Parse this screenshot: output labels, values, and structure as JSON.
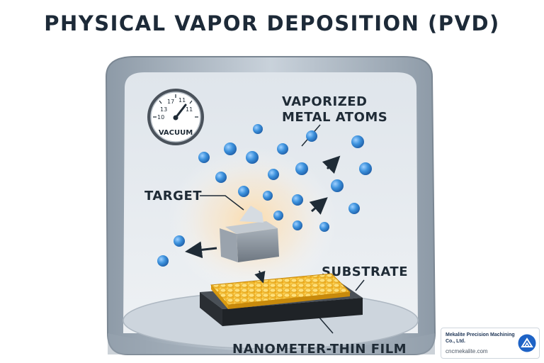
{
  "title": "PHYSICAL VAPOR DEPOSITION (PVD)",
  "labels": {
    "vaporized_line1": "VAPORIZED",
    "vaporized_line2": "METAL ATOMS",
    "target": "TARGET",
    "substrate": "SUBSTRATE",
    "film": "NANOMETER-THIN FILM"
  },
  "gauge": {
    "label": "VACUUM",
    "dial_numbers": [
      "17",
      "11",
      "13",
      "11",
      "10"
    ]
  },
  "brand": {
    "name": "Mekalite Precision Machining Co., Ltd.",
    "url": "cncmekalite.com"
  },
  "colors": {
    "title": "#1d2a38",
    "chamber_wall": "#aab6c2",
    "chamber_inner": "#e6ebf0",
    "atom": "#2f86d6",
    "target_block": "#8e98a2",
    "film": "#f2b824",
    "substrate": "#34383d",
    "brand_logo": "#1e63c6"
  },
  "icons": [
    "vacuum-gauge-icon",
    "brand-logo-icon"
  ]
}
